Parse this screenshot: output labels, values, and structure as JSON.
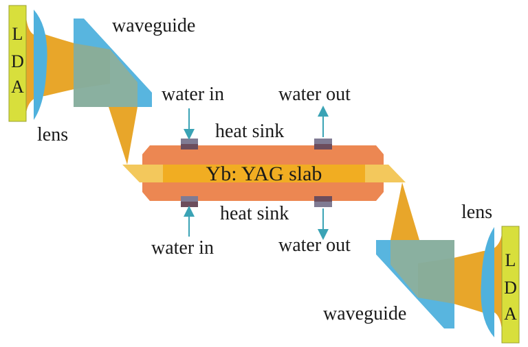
{
  "labels": {
    "lda_left": [
      "L",
      "D",
      "A"
    ],
    "lda_right": [
      "L",
      "D",
      "A"
    ],
    "waveguide_top": "waveguide",
    "waveguide_bottom": "waveguide",
    "lens_left": "lens",
    "lens_right": "lens",
    "water_in_top": "water in",
    "water_out_top": "water out",
    "heat_sink_top": "heat sink",
    "slab": "Yb: YAG slab",
    "heat_sink_bottom": "heat sink",
    "water_in_bottom": "water in",
    "water_out_bottom": "water out"
  },
  "colors": {
    "lda": "#d8df3c",
    "lens": "#4fb1dd",
    "beam": "#e8a62a",
    "heat_sink": "#ec8752",
    "slab": "#f1ad22",
    "slab_end": "#f3c85c",
    "pad": "#807b93",
    "pad_dark": "#6c4d5c",
    "arrow": "#3aa3b5"
  }
}
